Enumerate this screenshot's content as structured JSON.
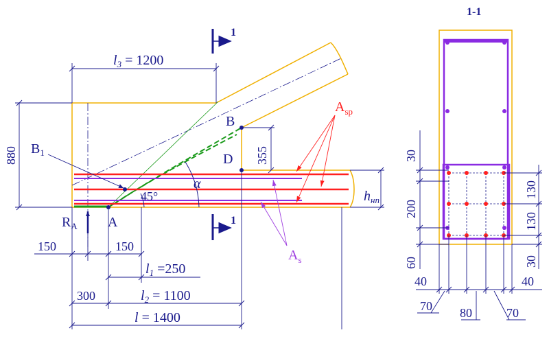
{
  "section_title": "1-1",
  "section_mark": "1",
  "labels": {
    "B": "B",
    "D": "D",
    "A": "A",
    "RA": "R",
    "RA_sub": "A",
    "B1": "B",
    "B1_sub": "1",
    "Asp": "A",
    "Asp_sub": "sp",
    "As": "A",
    "As_sub": "s",
    "angle45": "45°",
    "alpha": "α",
    "hnn": "h",
    "hnn_sub": "нп"
  },
  "dims_main": {
    "l3": "l",
    "l3_sub": "3",
    "l3_val": " = 1200",
    "h880": "880",
    "h355": "355",
    "d150a": "150",
    "d150b": "150",
    "l1": "l",
    "l1_sub": "1",
    "l1_val": " =250",
    "d300": "300",
    "l2": "l",
    "l2_sub": "2",
    "l2_val": " = 1100",
    "l": "l",
    "l_val": " = 1400"
  },
  "dims_section": {
    "v30top": "30",
    "v200": "200",
    "v60": "60",
    "v130a": "130",
    "v130b": "130",
    "v30bot": "30",
    "h40a": "40",
    "h40b": "40",
    "h70a": "70",
    "h80": "80",
    "h70b": "70"
  },
  "colors": {
    "concrete": "#f0b000",
    "dimension": "#1a1a8c",
    "rebar_prestressed": "#ff2020",
    "rebar_plain": "#8a2be2",
    "crack_line": "#1a9a1a"
  }
}
